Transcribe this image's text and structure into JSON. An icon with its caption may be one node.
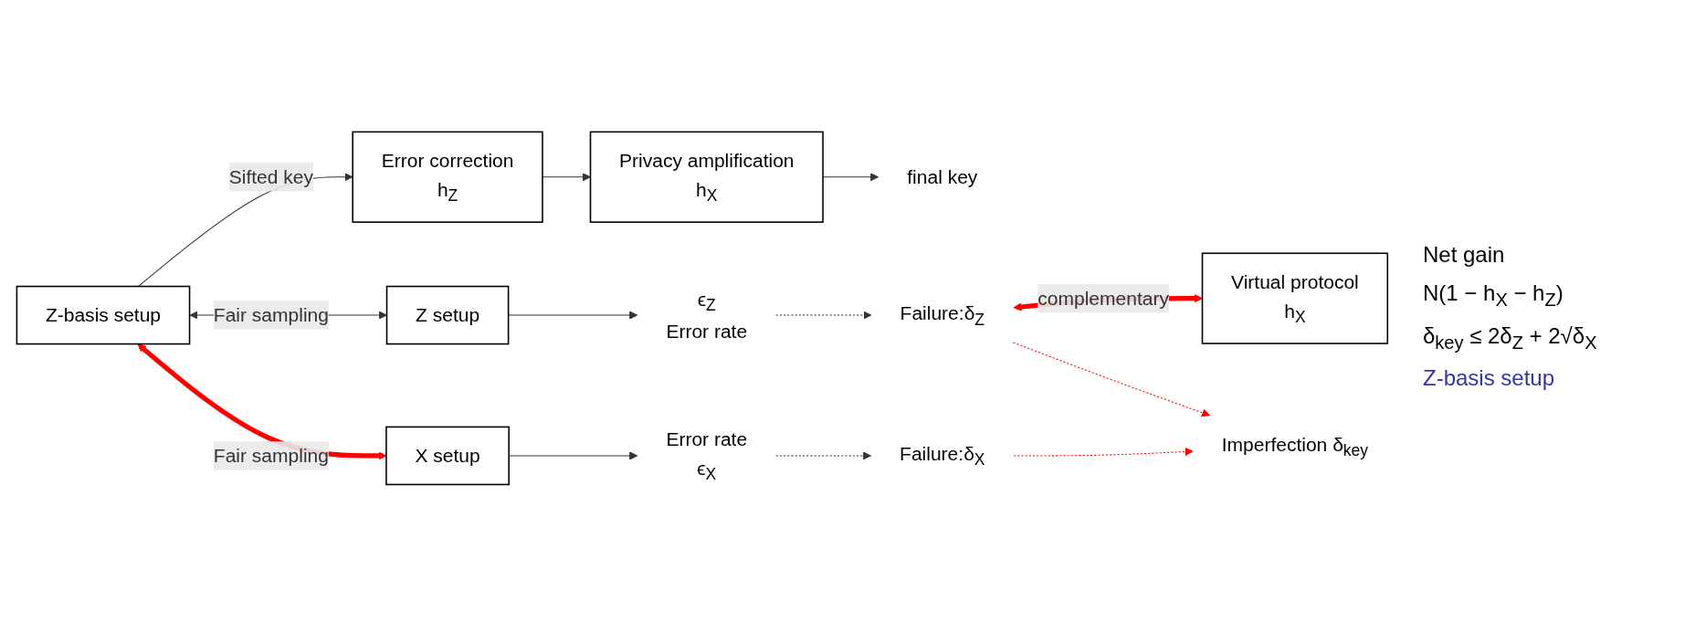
{
  "diagram": {
    "nodes": [
      {
        "text": [
          "Z-basis setup"
        ]
      },
      {
        "text": [
          "Error correction",
          "h$_{Z}$"
        ]
      },
      {
        "text": [
          "Privacy amplification",
          "h$_{X}$"
        ]
      },
      {
        "text": [
          "final key"
        ]
      },
      {
        "text": [
          "Z setup"
        ]
      },
      {
        "text": [
          "ϵ$_{Z}$",
          "Error rate"
        ]
      },
      {
        "text": [
          "Failure:δ$_{Z}$"
        ]
      },
      {
        "text": [
          "X setup"
        ]
      },
      {
        "text": [
          "Error rate",
          "ϵ$_{X}$"
        ]
      },
      {
        "text": [
          "Virtual protocol",
          "h$_{X}$"
        ]
      },
      {
        "text": [
          "Failure:δ$_{X}$"
        ]
      },
      {
        "text": [
          "Imperfection δ$_{key}$"
        ]
      }
    ],
    "edges": [
      {
        "from": 0,
        "to": 1,
        "arrow": "to",
        "label": "Sifted key"
      },
      {
        "from": 1,
        "to": 2,
        "arrow": "to"
      },
      {
        "from": 2,
        "to": 3,
        "arrow": "to"
      },
      {
        "from": 0,
        "to": 4,
        "arrow": "both",
        "label": "Fair sampling"
      },
      {
        "from": 0,
        "to": 7,
        "arrow": "both",
        "label": "Fair sampling",
        "style": "thick",
        "color": "#ff0000"
      },
      {
        "from": 4,
        "to": 5,
        "arrow": "to"
      },
      {
        "from": 5,
        "to": 6,
        "arrow": "to",
        "style": "dashed"
      },
      {
        "from": 7,
        "to": 8,
        "arrow": "to"
      },
      {
        "from": 8,
        "to": 10,
        "arrow": "to",
        "style": "dashed"
      },
      {
        "from": 6,
        "to": 9,
        "arrow": "both",
        "label": "complementary",
        "style": "thick",
        "color": "#ff0000"
      },
      {
        "from": 6,
        "to": 11,
        "arrow": "to",
        "style": "dashed",
        "color": "#ff0000"
      },
      {
        "from": 10,
        "to": 11,
        "arrow": "to",
        "style": "dashed",
        "color": "#ff0000"
      }
    ],
    "labels": [
      "Net gain",
      "N(1 − h$_{X}$ − h$_{Z}$)",
      "δ$_{key}$ ≤ 2δ$_{Z}$ + 2√δ$_{X}$",
      "Z-basis setup"
    ]
  }
}
